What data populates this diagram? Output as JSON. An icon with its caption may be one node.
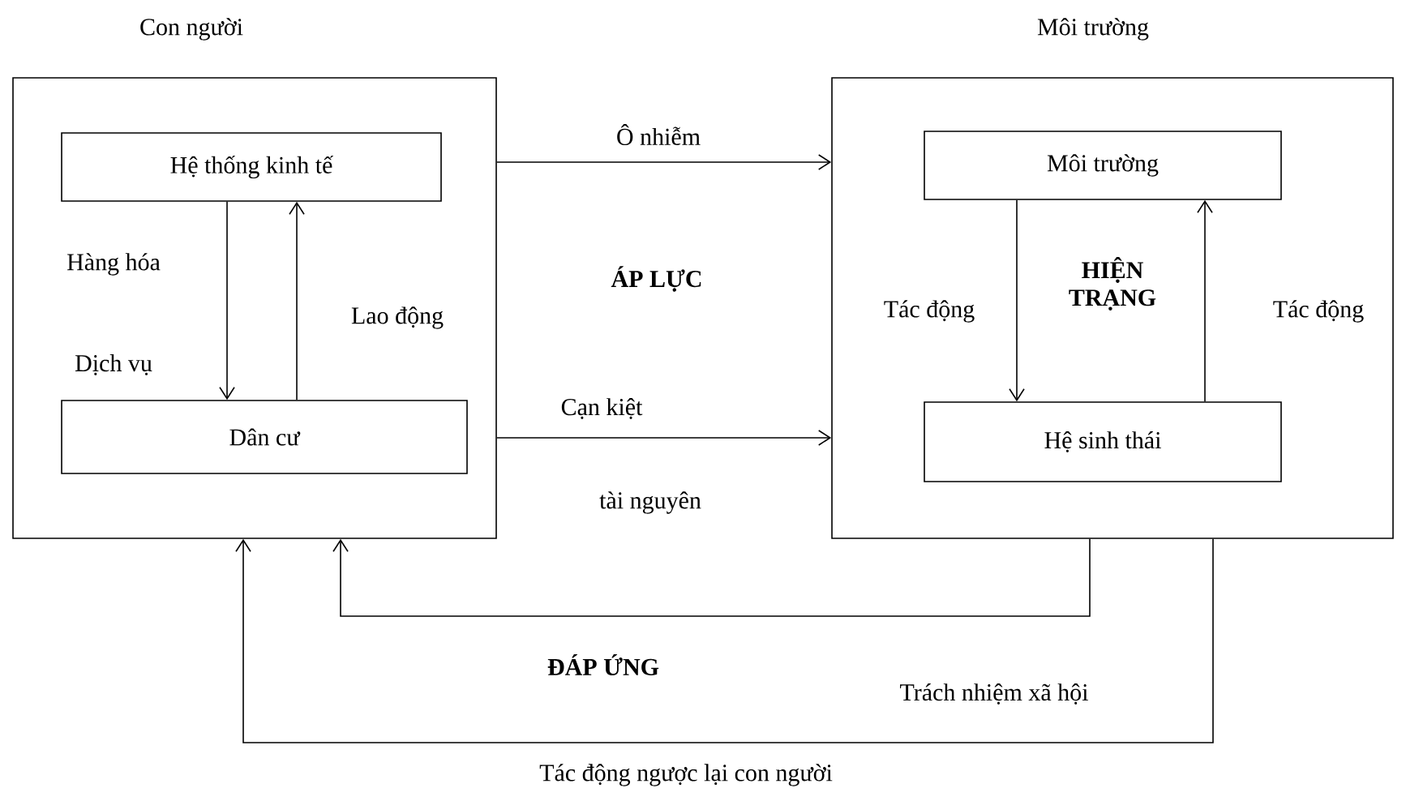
{
  "diagram": {
    "nodes": [
      {
        "text": [
          "Con người"
        ]
      },
      {
        "text": [
          "Hệ thống kinh tế"
        ],
        "in": 0
      },
      {
        "text": [
          "Dân cư"
        ],
        "in": 0
      },
      {
        "text": [
          "Môi trường"
        ]
      },
      {
        "text": [
          "Môi trường"
        ],
        "in": 3
      },
      {
        "text": [
          "Hệ sinh thái"
        ],
        "in": 3
      }
    ],
    "edges": [
      {
        "from": 1,
        "to": 2,
        "arrow": "to"
      },
      {
        "from": 2,
        "to": 1,
        "arrow": "to"
      },
      {
        "from": 0,
        "to": 3,
        "arrow": "to",
        "label": "Ô nhiễm"
      },
      {
        "from": 0,
        "to": 3,
        "arrow": "to"
      },
      {
        "from": 4,
        "to": 5,
        "arrow": "to"
      },
      {
        "from": 5,
        "to": 4,
        "arrow": "to"
      },
      {
        "from": 3,
        "to": 0,
        "arrow": "to"
      },
      {
        "from": 3,
        "to": 0,
        "arrow": "to"
      }
    ],
    "labels": [
      "Hàng hóa",
      "Lao động",
      "ÁP LỰC",
      "HIỆN TRẠNG",
      "Tác động",
      "Tác động",
      "Dịch vụ",
      "Cạn kiệt",
      "tài nguyên",
      "ĐÁP ỨNG",
      "Trách nhiệm xã hội",
      "Tác động ngược lại con người"
    ]
  }
}
